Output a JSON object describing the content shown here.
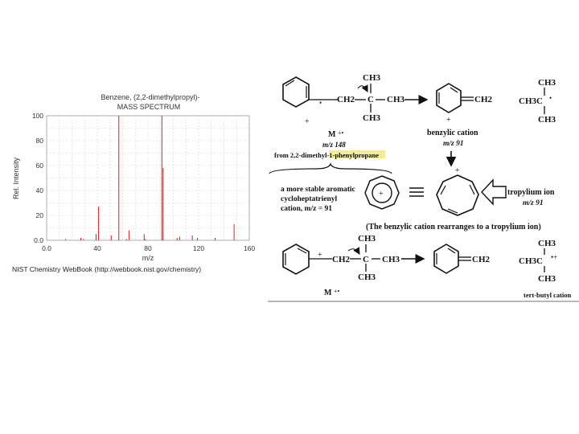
{
  "chart_data": {
    "type": "bar",
    "title": "Benzene, (2,2-dimethylpropyl)-",
    "subtitle": "MASS SPECTRUM",
    "xlabel": "m/z",
    "ylabel": "Rel. Intensity",
    "xlim": [
      0,
      160
    ],
    "ylim": [
      0,
      100
    ],
    "x_ticks": [
      "0.0",
      "40",
      "80",
      "120",
      "160"
    ],
    "y_ticks": [
      "0.0",
      "20",
      "40",
      "60",
      "80",
      "100"
    ],
    "grid": true,
    "color": "#d62020",
    "x": [
      15,
      27,
      29,
      39,
      41,
      51,
      57,
      63,
      65,
      77,
      78,
      91,
      92,
      103,
      105,
      115,
      119,
      133,
      148
    ],
    "values": [
      1,
      2,
      1,
      5,
      27,
      4,
      100,
      1,
      8,
      5,
      1,
      100,
      58,
      2,
      3,
      4,
      2,
      2,
      13
    ],
    "source": "NIST Chemistry WebBook (http://webbook.nist.gov/chemistry)"
  },
  "scheme": {
    "row1": {
      "ch3_top": "CH3",
      "ch2": "CH2",
      "c": "C",
      "ch3_right": "CH3",
      "ch3_bottom": "CH3",
      "molecular_ion": "M",
      "mz148": "m/z 148",
      "from_text": "from 2,2-dimethyl-1-phenylpropane",
      "product_ch2": "CH2",
      "benzylic_label": "benzylic cation",
      "mz91": "m/z 91",
      "tbutyl_ch3_top": "CH3",
      "tbutyl_ch3c": "CH3C",
      "tbutyl_ch3_bottom": "CH3"
    },
    "row2": {
      "stable_line1": "a more stable aromatic",
      "stable_line2": "cycloheptatrienyl",
      "stable_line3": "cation, m/z = 91",
      "tropylium_label": "tropylium ion",
      "tropylium_mz": "m/z 91",
      "rearrange_note": "(The benzylic cation rearranges to a tropylium ion)"
    },
    "row3": {
      "ch3_top": "CH3",
      "ch2": "CH2",
      "c": "C",
      "ch3_right": "CH3",
      "ch3_bottom": "CH3",
      "product_ch2": "CH2",
      "tbutyl_ch3_top": "CH3",
      "tbutyl_ch3c": "CH3C",
      "tbutyl_ch3_bottom": "CH3",
      "molecular_ion": "M",
      "tbutyl_label": "tert-butyl cation"
    }
  }
}
